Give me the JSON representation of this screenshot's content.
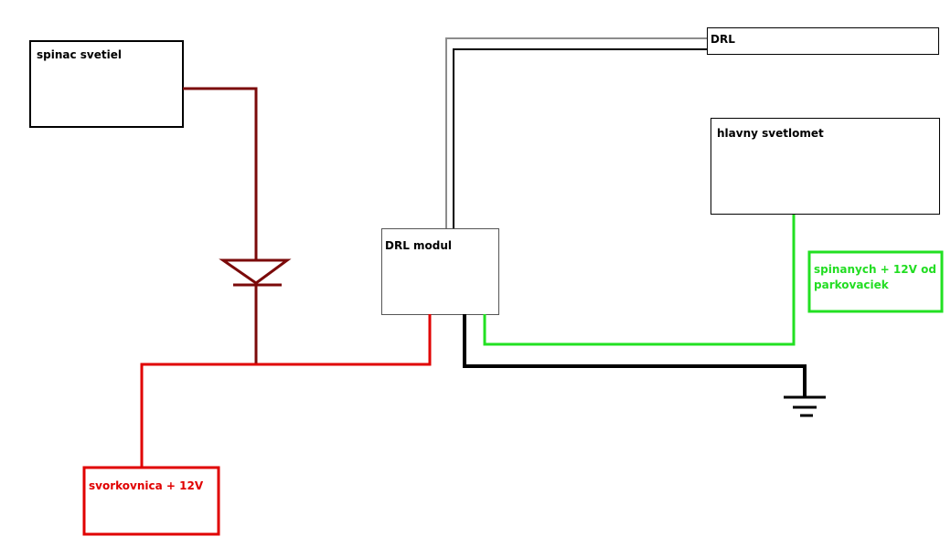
{
  "diagram": {
    "components": {
      "light_switch": "spinac svetiel",
      "drl": "DRL",
      "headlight": "hlavny svetlomet",
      "drl_module": "DRL modul",
      "parking_source": "spinanych + 12V od parkovaciek",
      "terminal": "svorkovnica + 12V"
    },
    "colors": {
      "switch_wire": "#7b0a0a",
      "power_wire": "#e00000",
      "parking_wire": "#22e022",
      "ground_wire": "#000000",
      "drl_wire_gray": "#8c8c8c"
    }
  }
}
